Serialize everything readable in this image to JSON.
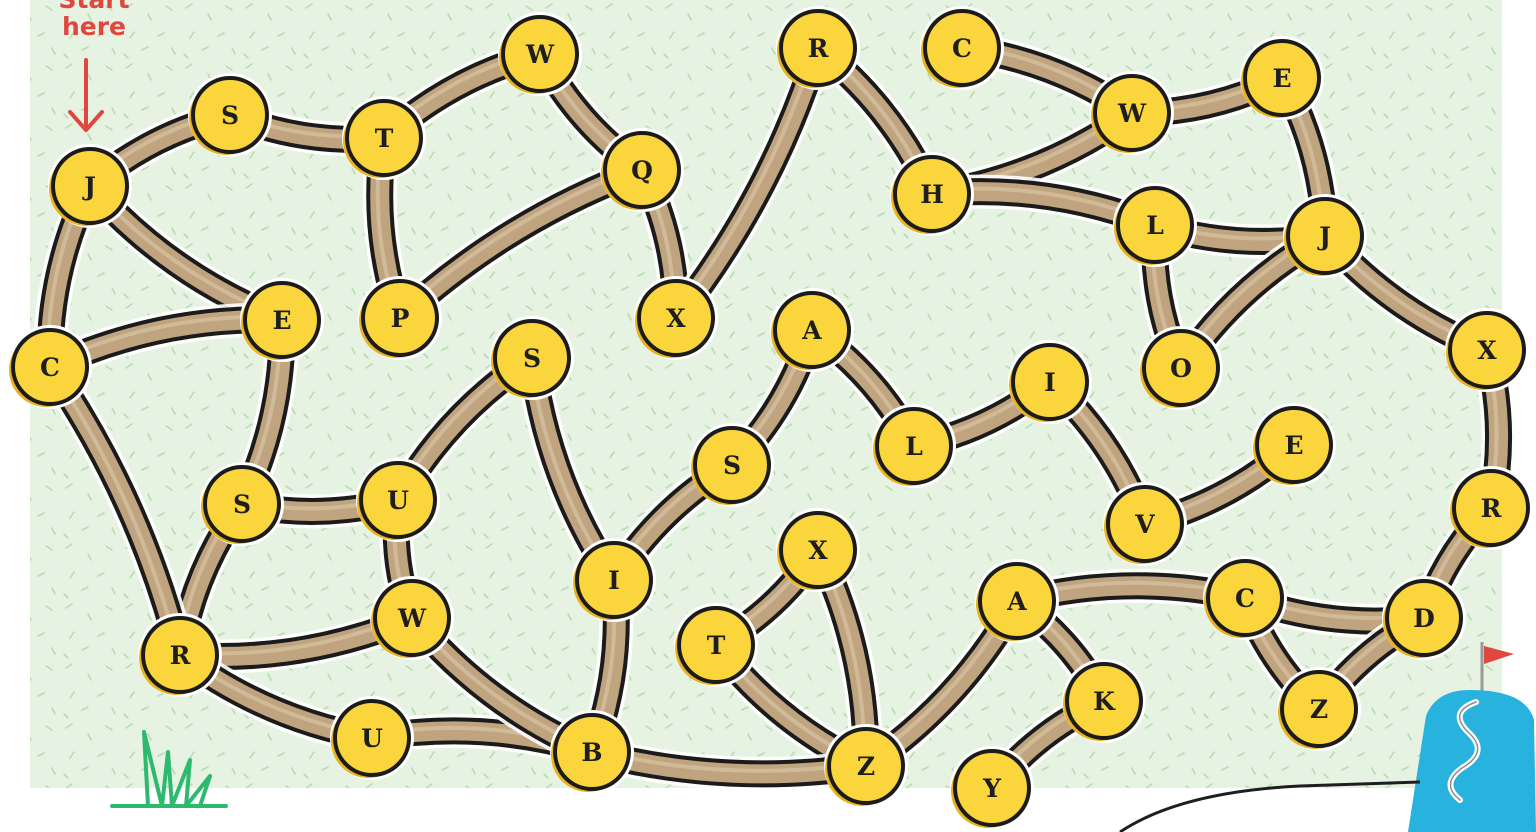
{
  "start_label_line1": "Start",
  "start_label_line2": "here",
  "colors": {
    "background": "#e6f2e2",
    "path_fill": "#c0a47f",
    "path_outline": "#1b1b1b",
    "node_fill": "#fad53c",
    "node_shadow": "#e8b220",
    "arrow": "#e0473f",
    "grass": "#2eba6e",
    "flag": "#e0473f",
    "hole_blue": "#27b3de"
  },
  "nodes": [
    {
      "id": "n1",
      "letter": "J"
    },
    {
      "id": "n2",
      "letter": "S"
    },
    {
      "id": "n3",
      "letter": "T"
    },
    {
      "id": "n4",
      "letter": "W"
    },
    {
      "id": "n5",
      "letter": "Q"
    },
    {
      "id": "n6",
      "letter": "X"
    },
    {
      "id": "n7",
      "letter": "R"
    },
    {
      "id": "n8",
      "letter": "H"
    },
    {
      "id": "n9",
      "letter": "C"
    },
    {
      "id": "n10",
      "letter": "W"
    },
    {
      "id": "n11",
      "letter": "E"
    },
    {
      "id": "n12",
      "letter": "L"
    },
    {
      "id": "n13",
      "letter": "J"
    },
    {
      "id": "n14",
      "letter": "O"
    },
    {
      "id": "n15",
      "letter": "X"
    },
    {
      "id": "n16",
      "letter": "R"
    },
    {
      "id": "n17",
      "letter": "C"
    },
    {
      "id": "n18",
      "letter": "E"
    },
    {
      "id": "n19",
      "letter": "P"
    },
    {
      "id": "n20",
      "letter": "S"
    },
    {
      "id": "n21",
      "letter": "U"
    },
    {
      "id": "n22",
      "letter": "S"
    },
    {
      "id": "n23",
      "letter": "W"
    },
    {
      "id": "n24",
      "letter": "R"
    },
    {
      "id": "n25",
      "letter": "U"
    },
    {
      "id": "n26",
      "letter": "B"
    },
    {
      "id": "n27",
      "letter": "I"
    },
    {
      "id": "n28",
      "letter": "S"
    },
    {
      "id": "n29",
      "letter": "A"
    },
    {
      "id": "n30",
      "letter": "L"
    },
    {
      "id": "n31",
      "letter": "I"
    },
    {
      "id": "n32",
      "letter": "V"
    },
    {
      "id": "n33",
      "letter": "E"
    },
    {
      "id": "n34",
      "letter": "X"
    },
    {
      "id": "n35",
      "letter": "T"
    },
    {
      "id": "n36",
      "letter": "Z"
    },
    {
      "id": "n37",
      "letter": "A"
    },
    {
      "id": "n38",
      "letter": "K"
    },
    {
      "id": "n39",
      "letter": "Y"
    },
    {
      "id": "n40",
      "letter": "C"
    },
    {
      "id": "n41",
      "letter": "D"
    },
    {
      "id": "n42",
      "letter": "Z"
    }
  ],
  "edges": [
    [
      "n1",
      "n2"
    ],
    [
      "n2",
      "n3"
    ],
    [
      "n3",
      "n4"
    ],
    [
      "n4",
      "n5"
    ],
    [
      "n5",
      "n6"
    ],
    [
      "n6",
      "n7"
    ],
    [
      "n7",
      "n8"
    ],
    [
      "n8",
      "n10"
    ],
    [
      "n9",
      "n10"
    ],
    [
      "n10",
      "n11"
    ],
    [
      "n8",
      "n12"
    ],
    [
      "n12",
      "n13"
    ],
    [
      "n11",
      "n13"
    ],
    [
      "n12",
      "n14"
    ],
    [
      "n14",
      "n13"
    ],
    [
      "n13",
      "n15"
    ],
    [
      "n15",
      "n16"
    ],
    [
      "n16",
      "n41"
    ],
    [
      "n41",
      "n40"
    ],
    [
      "n40",
      "n42"
    ],
    [
      "n42",
      "n41"
    ],
    [
      "n40",
      "n37"
    ],
    [
      "n37",
      "n38"
    ],
    [
      "n38",
      "n39"
    ],
    [
      "n37",
      "n36"
    ],
    [
      "n36",
      "n34"
    ],
    [
      "n34",
      "n35"
    ],
    [
      "n35",
      "n36"
    ],
    [
      "n36",
      "n26"
    ],
    [
      "n26",
      "n27"
    ],
    [
      "n27",
      "n20"
    ],
    [
      "n20",
      "n21"
    ],
    [
      "n21",
      "n22"
    ],
    [
      "n22",
      "n18"
    ],
    [
      "n18",
      "n1"
    ],
    [
      "n18",
      "n17"
    ],
    [
      "n17",
      "n1"
    ],
    [
      "n3",
      "n19"
    ],
    [
      "n19",
      "n5"
    ],
    [
      "n21",
      "n23"
    ],
    [
      "n23",
      "n24"
    ],
    [
      "n22",
      "n24"
    ],
    [
      "n17",
      "n24"
    ],
    [
      "n24",
      "n25"
    ],
    [
      "n25",
      "n26"
    ],
    [
      "n23",
      "n26"
    ],
    [
      "n27",
      "n28"
    ],
    [
      "n28",
      "n29"
    ],
    [
      "n29",
      "n30"
    ],
    [
      "n30",
      "n31"
    ],
    [
      "n31",
      "n32"
    ],
    [
      "n32",
      "n33"
    ]
  ]
}
